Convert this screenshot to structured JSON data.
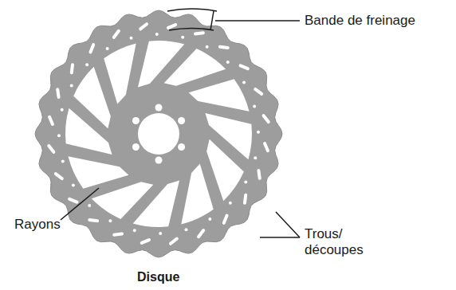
{
  "diagram": {
    "caption": "Disque",
    "labels": [
      "Bande de freinage",
      "Rayons",
      "Trous/ découpes"
    ]
  }
}
